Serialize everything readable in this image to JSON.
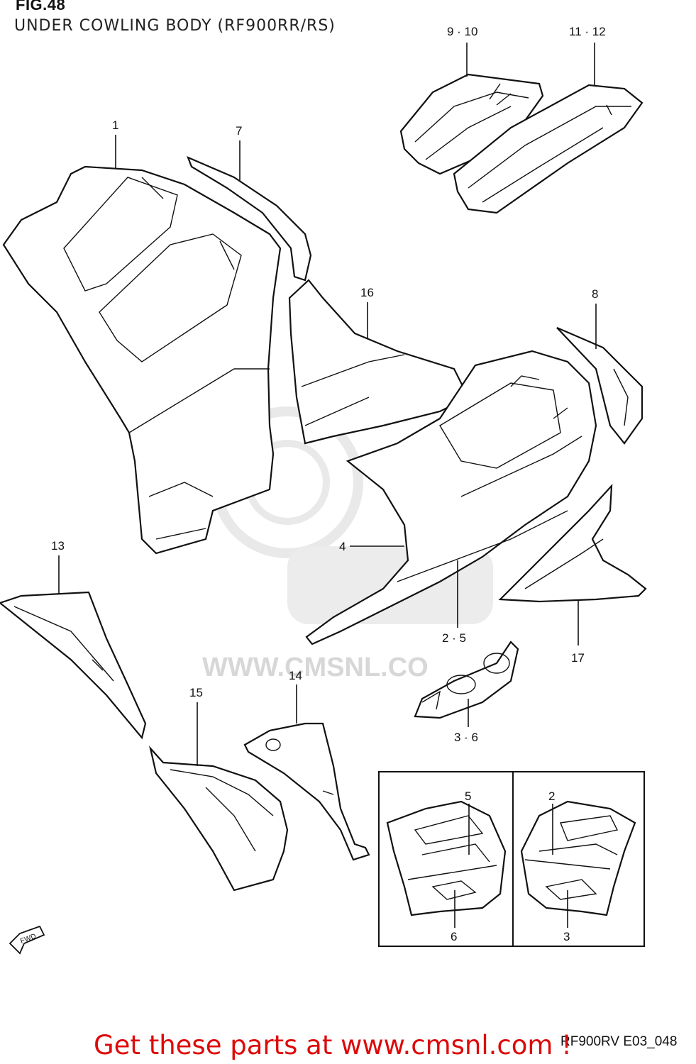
{
  "header": {
    "figure": "FIG.48",
    "subtitle": "UNDER COWLING BODY (RF900RR/RS)"
  },
  "callouts": {
    "p1": "1",
    "p7": "7",
    "p9_10": "9 · 10",
    "p11_12": "11 · 12",
    "p16": "16",
    "p8": "8",
    "p4": "4",
    "p2_5": "2 · 5",
    "p17": "17",
    "p3_6": "3 · 6",
    "p13": "13",
    "p14": "14",
    "p15": "15",
    "inset_left_top": "5",
    "inset_left_bottom": "6",
    "inset_right_top": "2",
    "inset_right_bottom": "3"
  },
  "fwd_label": "FWD",
  "watermark_text": "WWW.CMSNL.CO",
  "footer": {
    "ref_code": "RF900RV E03_048",
    "promo_link": "Get these parts at www.cmsnl.com !"
  }
}
